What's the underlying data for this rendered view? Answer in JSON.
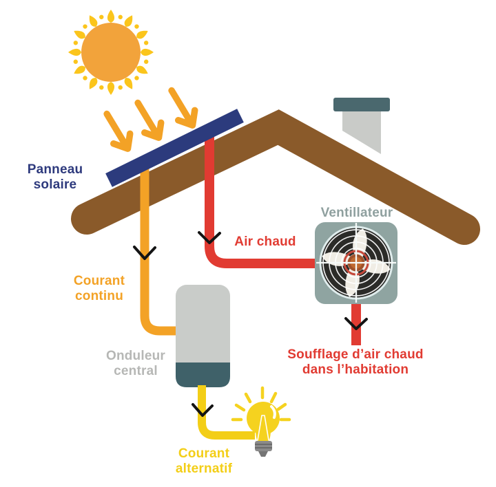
{
  "diagram": {
    "labels": {
      "panneau_solaire": "Panneau\nsolaire",
      "courant_continu": "Courant\ncontinu",
      "air_chaud": "Air chaud",
      "ventillateur": "Ventillateur",
      "soufflage": "Soufflage d’air chaud\ndans l’habitation",
      "onduleur_central": "Onduleur\ncentral",
      "courant_alternatif": "Courant\nalternatif"
    },
    "colors": {
      "background": "#FFFFFF",
      "sun_orange": "#F2A33B",
      "ray_yellow": "#FBC51C",
      "arrow_orange": "#F3A226",
      "roof_brown": "#8A5A2A",
      "panel_navy": "#2C3B7D",
      "hot_air_red": "#E13B32",
      "dc_orange": "#F3A226",
      "ac_yellow": "#F3CE17",
      "fan_box_gray": "#8FA4A1",
      "fan_dark": "#2B2B28",
      "blade_cream": "#F0EDE5",
      "inverter_gray": "#C9CCC9",
      "inverter_teal": "#3F6169",
      "chimney_teal": "#4A686E",
      "chimney_gray": "#C9CBC8",
      "bulb_yellow": "#F5D21F",
      "bulb_base_gray": "#8A8A8A",
      "text_navy": "#2E3A7D",
      "text_gray": "#8FA09F",
      "text_light_gray": "#B6B7B5",
      "chevron_black": "#141414"
    }
  }
}
